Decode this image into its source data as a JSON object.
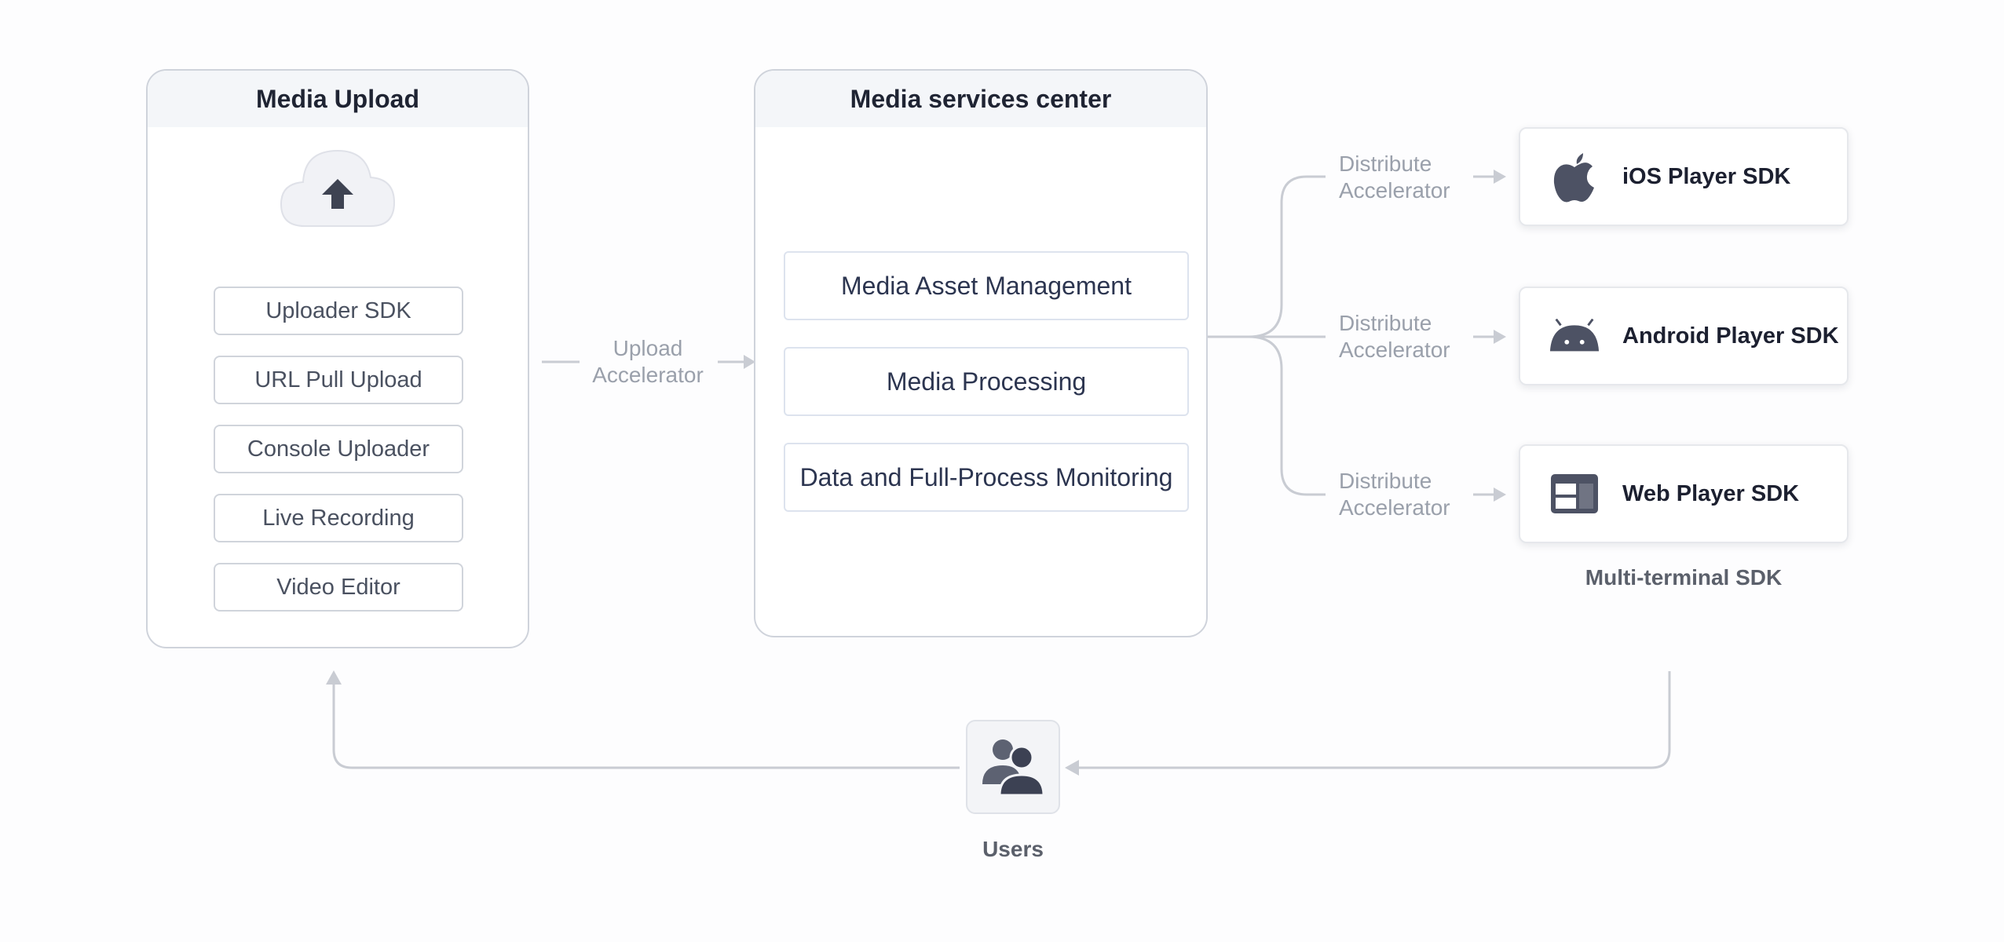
{
  "upload_panel": {
    "title": "Media Upload",
    "items": [
      "Uploader SDK",
      "URL Pull Upload",
      "Console Uploader",
      "Live Recording",
      "Video Editor"
    ]
  },
  "upload_accelerator": {
    "line1": "Upload",
    "line2": "Accelerator"
  },
  "services_panel": {
    "title": "Media services center",
    "items": [
      "Media Asset Management",
      "Media Processing",
      "Data and Full-Process Monitoring"
    ]
  },
  "distribute": {
    "line1": "Distribute",
    "line2": "Accelerator"
  },
  "sdks": [
    {
      "label": "iOS Player SDK",
      "icon": "apple-icon"
    },
    {
      "label": "Android Player SDK",
      "icon": "android-icon"
    },
    {
      "label": "Web Player SDK",
      "icon": "web-window-icon"
    }
  ],
  "sdk_group_label": "Multi-terminal SDK",
  "users_label": "Users",
  "colors": {
    "connector": "#c9ccd3",
    "icon_dark": "#4d5264",
    "panel_header": "#f4f6f9",
    "border": "#cfd3db"
  }
}
